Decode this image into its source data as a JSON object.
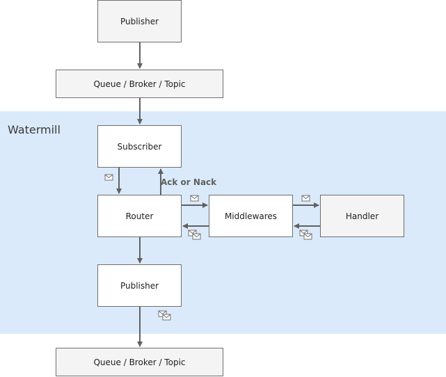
{
  "diagram": {
    "region_title": "Watermill",
    "nodes": {
      "publisher_top": "Publisher",
      "queue_top": "Queue / Broker / Topic",
      "subscriber": "Subscriber",
      "router": "Router",
      "middlewares": "Middlewares",
      "handler": "Handler",
      "publisher_bottom": "Publisher",
      "queue_bottom": "Queue / Broker / Topic"
    },
    "edge_labels": {
      "ack": "Ack or Nack"
    },
    "colors": {
      "region_fill": "#dbeafb",
      "node_fill_external": "#f4f4f4",
      "node_fill_internal": "#ffffff",
      "stroke": "#6e6e6e",
      "arrow": "#606060"
    },
    "icons": [
      "envelope-icon",
      "envelopes-icon"
    ]
  }
}
